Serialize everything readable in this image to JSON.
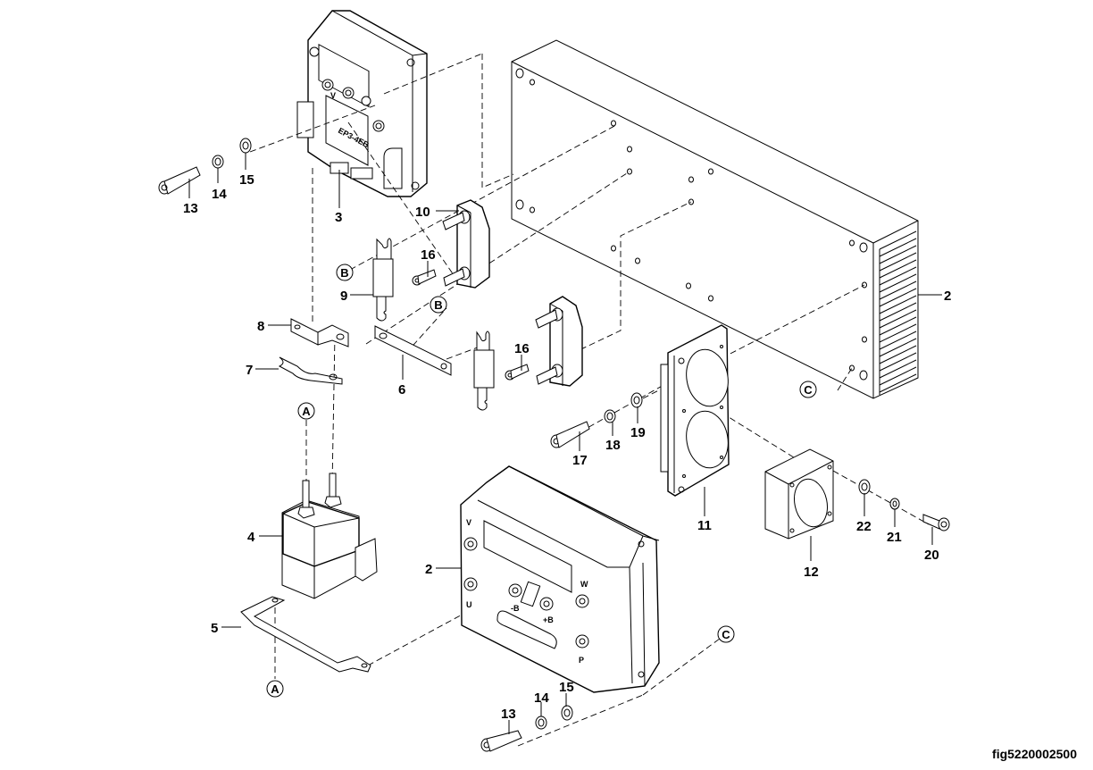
{
  "figure": {
    "id": "fig5220002500",
    "type": "exploded parts diagram"
  },
  "callouts": [
    {
      "number": "2",
      "part": "controller"
    },
    {
      "number": "2",
      "part": "heatsink"
    },
    {
      "number": "3",
      "part": "controller"
    },
    {
      "number": "4",
      "part": "contactor"
    },
    {
      "number": "5",
      "part": "bracket"
    },
    {
      "number": "6",
      "part": "bus bar"
    },
    {
      "number": "7",
      "part": "cable lug"
    },
    {
      "number": "8",
      "part": "bracket"
    },
    {
      "number": "9",
      "part": "fuse"
    },
    {
      "number": "10",
      "part": "fuse holder"
    },
    {
      "number": "11",
      "part": "mounting plate"
    },
    {
      "number": "12",
      "part": "fan housing"
    },
    {
      "number": "13",
      "part": "cap screw"
    },
    {
      "number": "14",
      "part": "lock washer"
    },
    {
      "number": "15",
      "part": "washer"
    },
    {
      "number": "16",
      "part": "screw"
    },
    {
      "number": "17",
      "part": "cap screw"
    },
    {
      "number": "18",
      "part": "lock washer"
    },
    {
      "number": "19",
      "part": "washer"
    },
    {
      "number": "20",
      "part": "cap screw"
    },
    {
      "number": "21",
      "part": "lock washer"
    },
    {
      "number": "22",
      "part": "washer"
    }
  ],
  "labels": {
    "c2": "2",
    "c2h": "2",
    "c3": "3",
    "c4": "4",
    "c5": "5",
    "c6": "6",
    "c7": "7",
    "c8": "8",
    "c9": "9",
    "c10": "10",
    "c11": "11",
    "c12": "12",
    "c13a": "13",
    "c13b": "13",
    "c14a": "14",
    "c14b": "14",
    "c15a": "15",
    "c15b": "15",
    "c16a": "16",
    "c16b": "16",
    "c17": "17",
    "c18": "18",
    "c19": "19",
    "c20": "20",
    "c21": "21",
    "c22": "22"
  },
  "reference_markers": {
    "A1": "A",
    "A2": "A",
    "B1": "B",
    "B2": "B",
    "C1": "C",
    "C2": "C"
  },
  "terminal_marks": {
    "U": "U",
    "V": "V",
    "W": "W",
    "B_plus": "+B",
    "B_minus": "-B",
    "P": "P"
  }
}
